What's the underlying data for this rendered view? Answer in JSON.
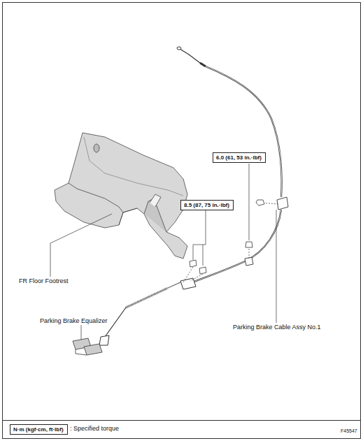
{
  "diagram": {
    "nodes": [
      {
        "text": [
          "6.0 (61, 53 in.·lbf)"
        ]
      },
      {
        "text": [
          "8.5 (87, 75 in.·lbf)"
        ]
      },
      {
        "text": [
          "N·m (kgf·cm, ft·lbf)"
        ]
      }
    ],
    "labels": [
      "FR Floor Footrest",
      "Parking Brake Equalizer",
      "Parking Brake Cable Assy No.1",
      ": Specified torque",
      "F45547"
    ]
  }
}
